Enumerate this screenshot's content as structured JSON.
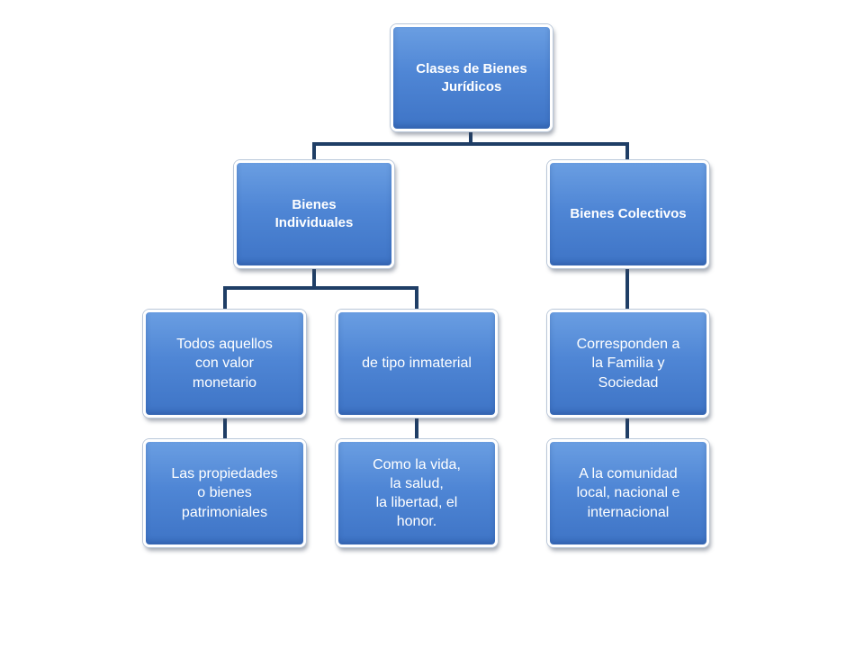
{
  "diagram": {
    "colors": {
      "node_fill": "#4f86d5",
      "node_border": "#ffffff",
      "connector": "#1f3e66"
    },
    "root": {
      "label": "Clases de Bienes\nJurídicos"
    },
    "individuales": {
      "label": "Bienes\nIndividuales",
      "children": [
        {
          "label": "Todos aquellos\ncon valor\nmonetario",
          "child": "Las propiedades\no bienes\npatrimoniales"
        },
        {
          "label": "de tipo inmaterial",
          "child": "Como la vida,\nla salud,\nla libertad, el\nhonor."
        }
      ]
    },
    "colectivos": {
      "label": "Bienes Colectivos",
      "children": [
        {
          "label": "Corresponden  a\nla Familia y\nSociedad",
          "child": "A la comunidad\nlocal, nacional e\ninternacional"
        }
      ]
    }
  }
}
